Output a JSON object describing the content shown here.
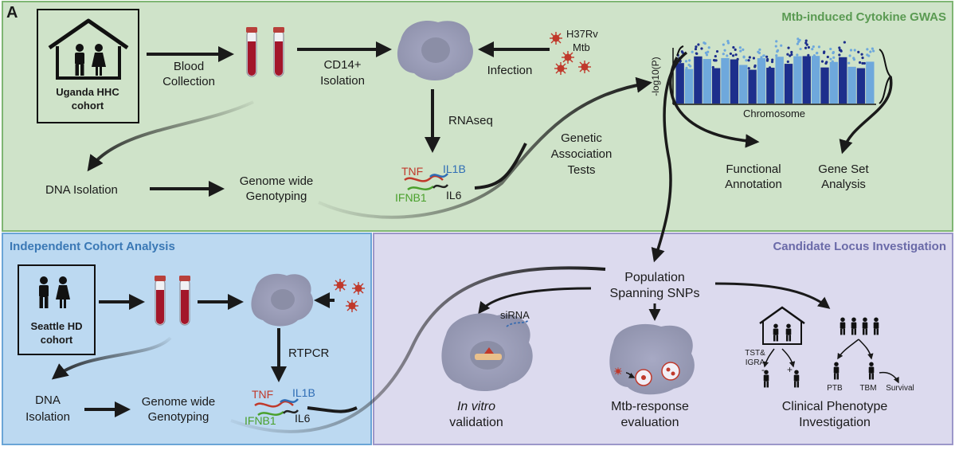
{
  "panel_letter": "A",
  "panels": {
    "gwas": {
      "title": "Mtb-induced Cytokine GWAS"
    },
    "independent": {
      "title": "Independent Cohort Analysis"
    },
    "candidate": {
      "title": "Candidate Locus Investigation"
    }
  },
  "gwas": {
    "cohort_line1": "Uganda HHC",
    "cohort_line2": "cohort",
    "blood_collection_1": "Blood",
    "blood_collection_2": "Collection",
    "cd14_1": "CD14+",
    "cd14_2": "Isolation",
    "infection": "Infection",
    "h37rv_1": "H37Rv",
    "h37rv_2": "Mtb",
    "rnaseq": "RNAseq",
    "dna_isolation": "DNA Isolation",
    "genotyping_1": "Genome wide",
    "genotyping_2": "Genotyping",
    "genetic_1": "Genetic",
    "genetic_2": "Association",
    "genetic_3": "Tests",
    "cytokines": {
      "tnf": "TNF",
      "il1b": "IL1B",
      "ifnb1": "IFNB1",
      "il6": "IL6"
    },
    "manhattan": {
      "ylabel": "-log10(P)",
      "xlabel": "Chromosome"
    },
    "functional_1": "Functional",
    "functional_2": "Annotation",
    "geneset_1": "Gene Set",
    "geneset_2": "Analysis"
  },
  "independent": {
    "cohort_line1": "Seattle HD",
    "cohort_line2": "cohort",
    "rtpcr": "RTPCR",
    "dna_1": "DNA",
    "dna_2": "Isolation",
    "genotyping_1": "Genome wide",
    "genotyping_2": "Genotyping",
    "cytokines": {
      "tnf": "TNF",
      "il1b": "IL1B",
      "ifnb1": "IFNB1",
      "il6": "IL6"
    }
  },
  "candidate": {
    "snps_1": "Population",
    "snps_2": "Spanning SNPs",
    "sirna": "siRNA",
    "invitro_1": "In vitro",
    "invitro_2": "validation",
    "mtb_resp_1": "Mtb-response",
    "mtb_resp_2": "evaluation",
    "clinical_1": "Clinical Phenotype",
    "clinical_2": "Investigation",
    "tst_1": "TST&",
    "tst_2": "IGRA",
    "minus": "-",
    "plus": "+",
    "ptb": "PTB",
    "tbm": "TBM",
    "survival": "Survival"
  },
  "colors": {
    "green_bg": "#cfe3c9",
    "green_border": "#7fb673",
    "blue_bg": "#bcd9f1",
    "blue_border": "#6aa5d6",
    "purple_bg": "#dcdaee",
    "purple_border": "#9c97c9",
    "tube_red": "#a3162a",
    "cell": "#a6a9be",
    "tnf": "#c0392b",
    "il1b": "#2f6db5",
    "ifnb1": "#4aa02c",
    "il6": "#222222",
    "manhattan_dark": "#1d2f8c",
    "manhattan_light": "#6ea8dc"
  }
}
